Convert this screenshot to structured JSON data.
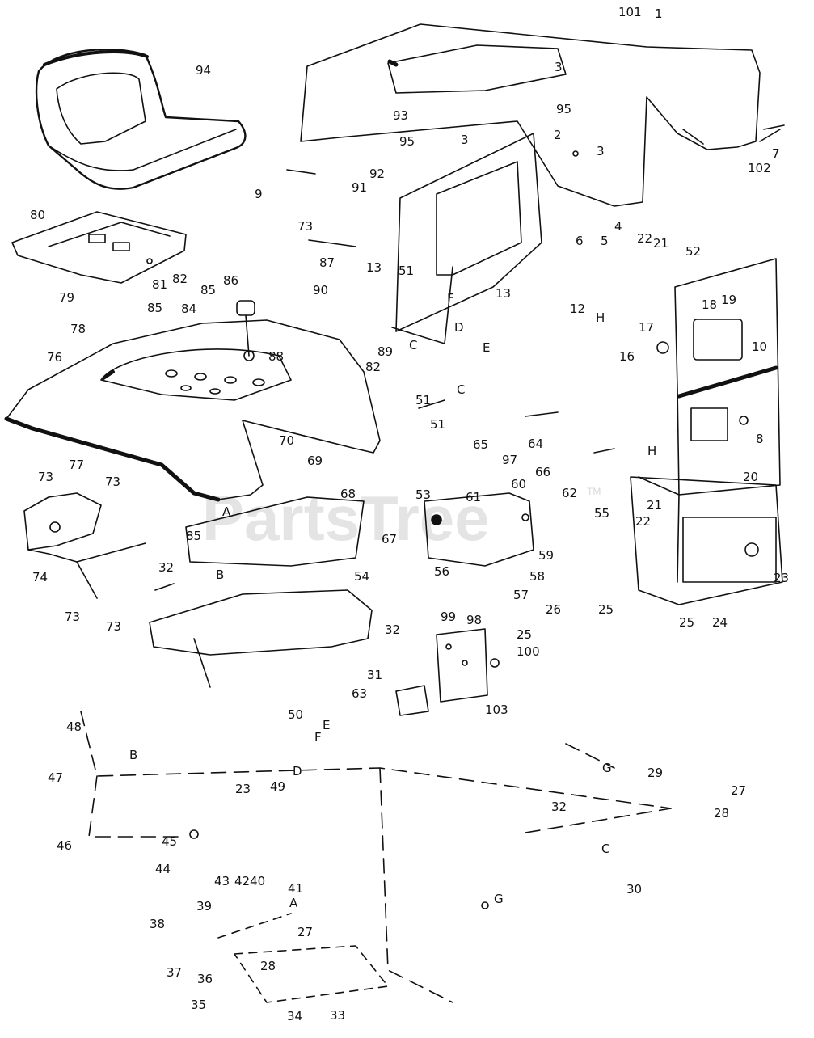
{
  "watermark": {
    "brand": "PartsTree",
    "trademark": "TM"
  },
  "callouts": [
    "101",
    "1",
    "3",
    "95",
    "93",
    "95",
    "3",
    "2",
    "3",
    "7",
    "102",
    "94",
    "9",
    "92",
    "91",
    "6",
    "5",
    "4",
    "22",
    "21",
    "52",
    "73",
    "87",
    "13",
    "80",
    "81",
    "82",
    "85",
    "86",
    "90",
    "51",
    "F",
    "13",
    "12",
    "H",
    "18",
    "19",
    "17",
    "79",
    "85",
    "84",
    "78",
    "D",
    "E",
    "C",
    "16",
    "10",
    "76",
    "88",
    "82",
    "89",
    "C",
    "51",
    "51",
    "65",
    "64",
    "H",
    "8",
    "97",
    "66",
    "20",
    "77",
    "70",
    "69",
    "73",
    "73",
    "68",
    "53",
    "61",
    "60",
    "62",
    "55",
    "21",
    "22",
    "67",
    "74",
    "A",
    "85",
    "59",
    "23",
    "32",
    "B",
    "54",
    "56",
    "58",
    "57",
    "26",
    "73",
    "73",
    "25",
    "25",
    "24",
    "99",
    "98",
    "32",
    "25",
    "100",
    "31",
    "63",
    "103",
    "50",
    "E",
    "F",
    "48",
    "B",
    "D",
    "G",
    "29",
    "47",
    "23",
    "49",
    "27",
    "28",
    "32",
    "46",
    "45",
    "C",
    "44",
    "43",
    "4240",
    "41",
    "30",
    "G",
    "A",
    "39",
    "38",
    "27",
    "37",
    "36",
    "28",
    "35",
    "34",
    "33"
  ]
}
